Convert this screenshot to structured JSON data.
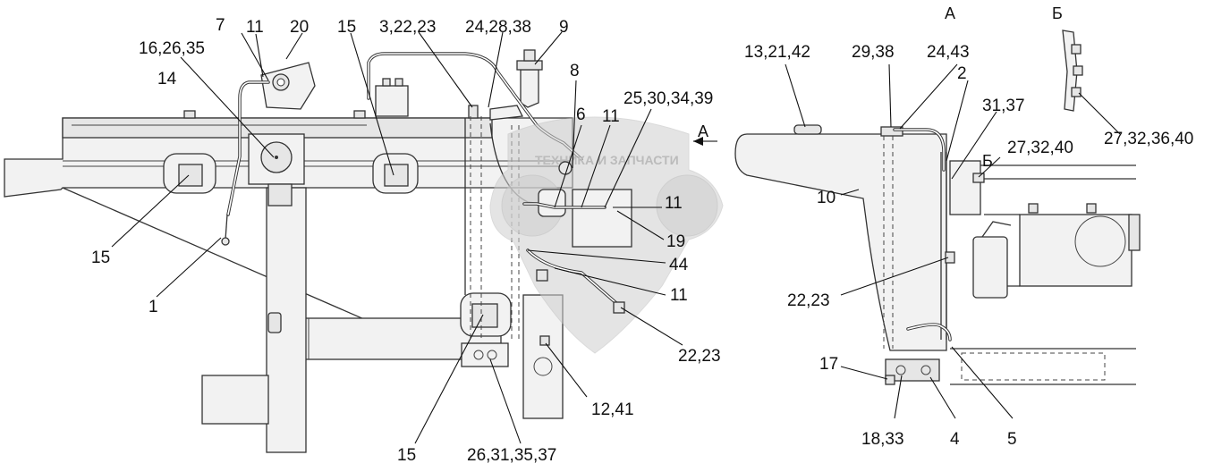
{
  "callouts": {
    "c1": "1",
    "c2": "2",
    "c3": "3,22,23",
    "c4": "4",
    "c5": "5",
    "c6": "6",
    "c7": "7",
    "c8": "8",
    "c9": "9",
    "c10": "10",
    "c11a": "11",
    "c11b": "11",
    "c11c": "11",
    "c11d": "11",
    "c12": "12,41",
    "c13": "13,21,42",
    "c14": "14",
    "c15a": "15",
    "c15b": "15",
    "c15c": "15",
    "c16": "16,26,35",
    "c17": "17",
    "c18": "18,33",
    "c19": "19",
    "c20": "20",
    "c22a": "22,23",
    "c22b": "22,23",
    "c24a": "24,28,38",
    "c24b": "24,43",
    "c25": "25,30,34,39",
    "c26": "26,31,35,37",
    "c27a": "27,32,40",
    "c27b": "27,32,36,40",
    "c29": "29,38",
    "c31": "31,37",
    "c44": "44"
  },
  "views": {
    "view_a_title": "А",
    "view_b_title": "Б",
    "view_a_arrow": "А",
    "view_b_marker": "Б"
  },
  "watermark": {
    "text": "ТЕХНИКА И ЗАПЧАСТИ",
    "icon": "shield-logo-icon"
  }
}
